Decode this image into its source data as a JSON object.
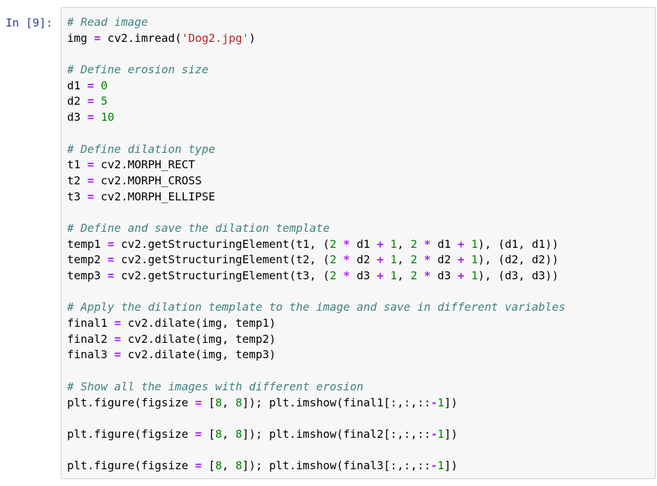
{
  "cell": {
    "prompt": "In [9]:",
    "lines": [
      [
        {
          "t": "# Read image",
          "k": "c"
        }
      ],
      [
        {
          "t": "img ",
          "k": "p"
        },
        {
          "t": "=",
          "k": "o"
        },
        {
          "t": " cv2.imread(",
          "k": "p"
        },
        {
          "t": "'Dog2.jpg'",
          "k": "s"
        },
        {
          "t": ")",
          "k": "p"
        }
      ],
      [],
      [
        {
          "t": "# Define erosion size",
          "k": "c"
        }
      ],
      [
        {
          "t": "d1 ",
          "k": "p"
        },
        {
          "t": "=",
          "k": "o"
        },
        {
          "t": " ",
          "k": "p"
        },
        {
          "t": "0",
          "k": "n"
        }
      ],
      [
        {
          "t": "d2 ",
          "k": "p"
        },
        {
          "t": "=",
          "k": "o"
        },
        {
          "t": " ",
          "k": "p"
        },
        {
          "t": "5",
          "k": "n"
        }
      ],
      [
        {
          "t": "d3 ",
          "k": "p"
        },
        {
          "t": "=",
          "k": "o"
        },
        {
          "t": " ",
          "k": "p"
        },
        {
          "t": "10",
          "k": "n"
        }
      ],
      [],
      [
        {
          "t": "# Define dilation type",
          "k": "c"
        }
      ],
      [
        {
          "t": "t1 ",
          "k": "p"
        },
        {
          "t": "=",
          "k": "o"
        },
        {
          "t": " cv2.MORPH_RECT",
          "k": "p"
        }
      ],
      [
        {
          "t": "t2 ",
          "k": "p"
        },
        {
          "t": "=",
          "k": "o"
        },
        {
          "t": " cv2.MORPH_CROSS",
          "k": "p"
        }
      ],
      [
        {
          "t": "t3 ",
          "k": "p"
        },
        {
          "t": "=",
          "k": "o"
        },
        {
          "t": " cv2.MORPH_ELLIPSE",
          "k": "p"
        }
      ],
      [],
      [
        {
          "t": "# Define and save the dilation template",
          "k": "c"
        }
      ],
      [
        {
          "t": "temp1 ",
          "k": "p"
        },
        {
          "t": "=",
          "k": "o"
        },
        {
          "t": " cv2.getStructuringElement(t1, (",
          "k": "p"
        },
        {
          "t": "2",
          "k": "n"
        },
        {
          "t": " ",
          "k": "p"
        },
        {
          "t": "*",
          "k": "o"
        },
        {
          "t": " d1 ",
          "k": "p"
        },
        {
          "t": "+",
          "k": "o"
        },
        {
          "t": " ",
          "k": "p"
        },
        {
          "t": "1",
          "k": "n"
        },
        {
          "t": ", ",
          "k": "p"
        },
        {
          "t": "2",
          "k": "n"
        },
        {
          "t": " ",
          "k": "p"
        },
        {
          "t": "*",
          "k": "o"
        },
        {
          "t": " d1 ",
          "k": "p"
        },
        {
          "t": "+",
          "k": "o"
        },
        {
          "t": " ",
          "k": "p"
        },
        {
          "t": "1",
          "k": "n"
        },
        {
          "t": "), (d1, d1))",
          "k": "p"
        }
      ],
      [
        {
          "t": "temp2 ",
          "k": "p"
        },
        {
          "t": "=",
          "k": "o"
        },
        {
          "t": " cv2.getStructuringElement(t2, (",
          "k": "p"
        },
        {
          "t": "2",
          "k": "n"
        },
        {
          "t": " ",
          "k": "p"
        },
        {
          "t": "*",
          "k": "o"
        },
        {
          "t": " d2 ",
          "k": "p"
        },
        {
          "t": "+",
          "k": "o"
        },
        {
          "t": " ",
          "k": "p"
        },
        {
          "t": "1",
          "k": "n"
        },
        {
          "t": ", ",
          "k": "p"
        },
        {
          "t": "2",
          "k": "n"
        },
        {
          "t": " ",
          "k": "p"
        },
        {
          "t": "*",
          "k": "o"
        },
        {
          "t": " d2 ",
          "k": "p"
        },
        {
          "t": "+",
          "k": "o"
        },
        {
          "t": " ",
          "k": "p"
        },
        {
          "t": "1",
          "k": "n"
        },
        {
          "t": "), (d2, d2))",
          "k": "p"
        }
      ],
      [
        {
          "t": "temp3 ",
          "k": "p"
        },
        {
          "t": "=",
          "k": "o"
        },
        {
          "t": " cv2.getStructuringElement(t3, (",
          "k": "p"
        },
        {
          "t": "2",
          "k": "n"
        },
        {
          "t": " ",
          "k": "p"
        },
        {
          "t": "*",
          "k": "o"
        },
        {
          "t": " d3 ",
          "k": "p"
        },
        {
          "t": "+",
          "k": "o"
        },
        {
          "t": " ",
          "k": "p"
        },
        {
          "t": "1",
          "k": "n"
        },
        {
          "t": ", ",
          "k": "p"
        },
        {
          "t": "2",
          "k": "n"
        },
        {
          "t": " ",
          "k": "p"
        },
        {
          "t": "*",
          "k": "o"
        },
        {
          "t": " d3 ",
          "k": "p"
        },
        {
          "t": "+",
          "k": "o"
        },
        {
          "t": " ",
          "k": "p"
        },
        {
          "t": "1",
          "k": "n"
        },
        {
          "t": "), (d3, d3))",
          "k": "p"
        }
      ],
      [],
      [
        {
          "t": "# Apply the dilation template to the image and save in different variables",
          "k": "c"
        }
      ],
      [
        {
          "t": "final1 ",
          "k": "p"
        },
        {
          "t": "=",
          "k": "o"
        },
        {
          "t": " cv2.dilate(img, temp1)",
          "k": "p"
        }
      ],
      [
        {
          "t": "final2 ",
          "k": "p"
        },
        {
          "t": "=",
          "k": "o"
        },
        {
          "t": " cv2.dilate(img, temp2)",
          "k": "p"
        }
      ],
      [
        {
          "t": "final3 ",
          "k": "p"
        },
        {
          "t": "=",
          "k": "o"
        },
        {
          "t": " cv2.dilate(img, temp3)",
          "k": "p"
        }
      ],
      [],
      [
        {
          "t": "# Show all the images with different erosion",
          "k": "c"
        }
      ],
      [
        {
          "t": "plt.figure(figsize ",
          "k": "p"
        },
        {
          "t": "=",
          "k": "o"
        },
        {
          "t": " [",
          "k": "p"
        },
        {
          "t": "8",
          "k": "n"
        },
        {
          "t": ", ",
          "k": "p"
        },
        {
          "t": "8",
          "k": "n"
        },
        {
          "t": "]); plt.imshow(final1[:,:,::",
          "k": "p"
        },
        {
          "t": "-",
          "k": "o"
        },
        {
          "t": "1",
          "k": "n"
        },
        {
          "t": "])",
          "k": "p"
        }
      ],
      [],
      [
        {
          "t": "plt.figure(figsize ",
          "k": "p"
        },
        {
          "t": "=",
          "k": "o"
        },
        {
          "t": " [",
          "k": "p"
        },
        {
          "t": "8",
          "k": "n"
        },
        {
          "t": ", ",
          "k": "p"
        },
        {
          "t": "8",
          "k": "n"
        },
        {
          "t": "]); plt.imshow(final2[:,:,::",
          "k": "p"
        },
        {
          "t": "-",
          "k": "o"
        },
        {
          "t": "1",
          "k": "n"
        },
        {
          "t": "])",
          "k": "p"
        }
      ],
      [],
      [
        {
          "t": "plt.figure(figsize ",
          "k": "p"
        },
        {
          "t": "=",
          "k": "o"
        },
        {
          "t": " [",
          "k": "p"
        },
        {
          "t": "8",
          "k": "n"
        },
        {
          "t": ", ",
          "k": "p"
        },
        {
          "t": "8",
          "k": "n"
        },
        {
          "t": "]); plt.imshow(final3[:,:,::",
          "k": "p"
        },
        {
          "t": "-",
          "k": "o"
        },
        {
          "t": "1",
          "k": "n"
        },
        {
          "t": "])",
          "k": "p"
        }
      ]
    ]
  },
  "colors": {
    "comment": "#408080",
    "operator": "#aa22ff",
    "number": "#008000",
    "string": "#ba2121",
    "prompt": "#303f9f",
    "cell_background": "#f7f7f7",
    "cell_border": "#cfcfcf"
  }
}
